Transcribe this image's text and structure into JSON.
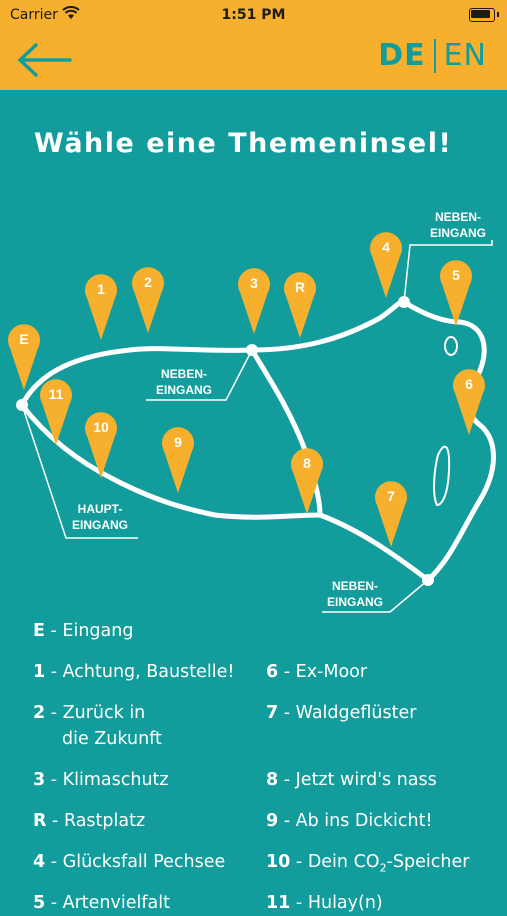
{
  "status_bar": {
    "carrier": "Carrier",
    "time": "1:51 PM"
  },
  "header": {
    "back_icon": "arrow-left-icon",
    "lang_de": "DE",
    "lang_en": "EN"
  },
  "page_title": "Wähle eine Themeninsel!",
  "map": {
    "pins": [
      "E",
      "1",
      "2",
      "3",
      "R",
      "4",
      "5",
      "6",
      "7",
      "8",
      "9",
      "10",
      "11"
    ],
    "labels": {
      "neben_top_right": [
        "NEBEN-",
        "EINGANG"
      ],
      "neben_middle": [
        "NEBEN-",
        "EINGANG"
      ],
      "haupt": [
        "HAUPT-",
        "EINGANG"
      ],
      "neben_bottom": [
        "NEBEN-",
        "EINGANG"
      ]
    },
    "colors": {
      "pin": "#f6b02d",
      "path": "#ffffff",
      "background": "#139c9c"
    }
  },
  "legend": {
    "left": [
      {
        "key": "E",
        "text": "Eingang"
      },
      {
        "key": "1",
        "text": "Achtung, Baustelle!"
      },
      {
        "key": "2",
        "text": "Zurück in",
        "text2": "die Zukunft"
      },
      {
        "key": "3",
        "text": "Klimaschutz"
      },
      {
        "key": "R",
        "text": "Rastplatz"
      },
      {
        "key": "4",
        "text": "Glücksfall Pechsee"
      },
      {
        "key": "5",
        "text": "Artenvielfalt"
      }
    ],
    "right": [
      {
        "key": "6",
        "text": "Ex-Moor"
      },
      {
        "key": "7",
        "text": "Waldgeflüster"
      },
      {
        "key": "8",
        "text": "Jetzt wird's nass"
      },
      {
        "key": "9",
        "text": "Ab ins Dickicht!"
      },
      {
        "key": "10",
        "text": "Dein CO",
        "sub": "2",
        "text_after": "-Speicher"
      },
      {
        "key": "11",
        "text": "Hulay(n)"
      }
    ]
  }
}
